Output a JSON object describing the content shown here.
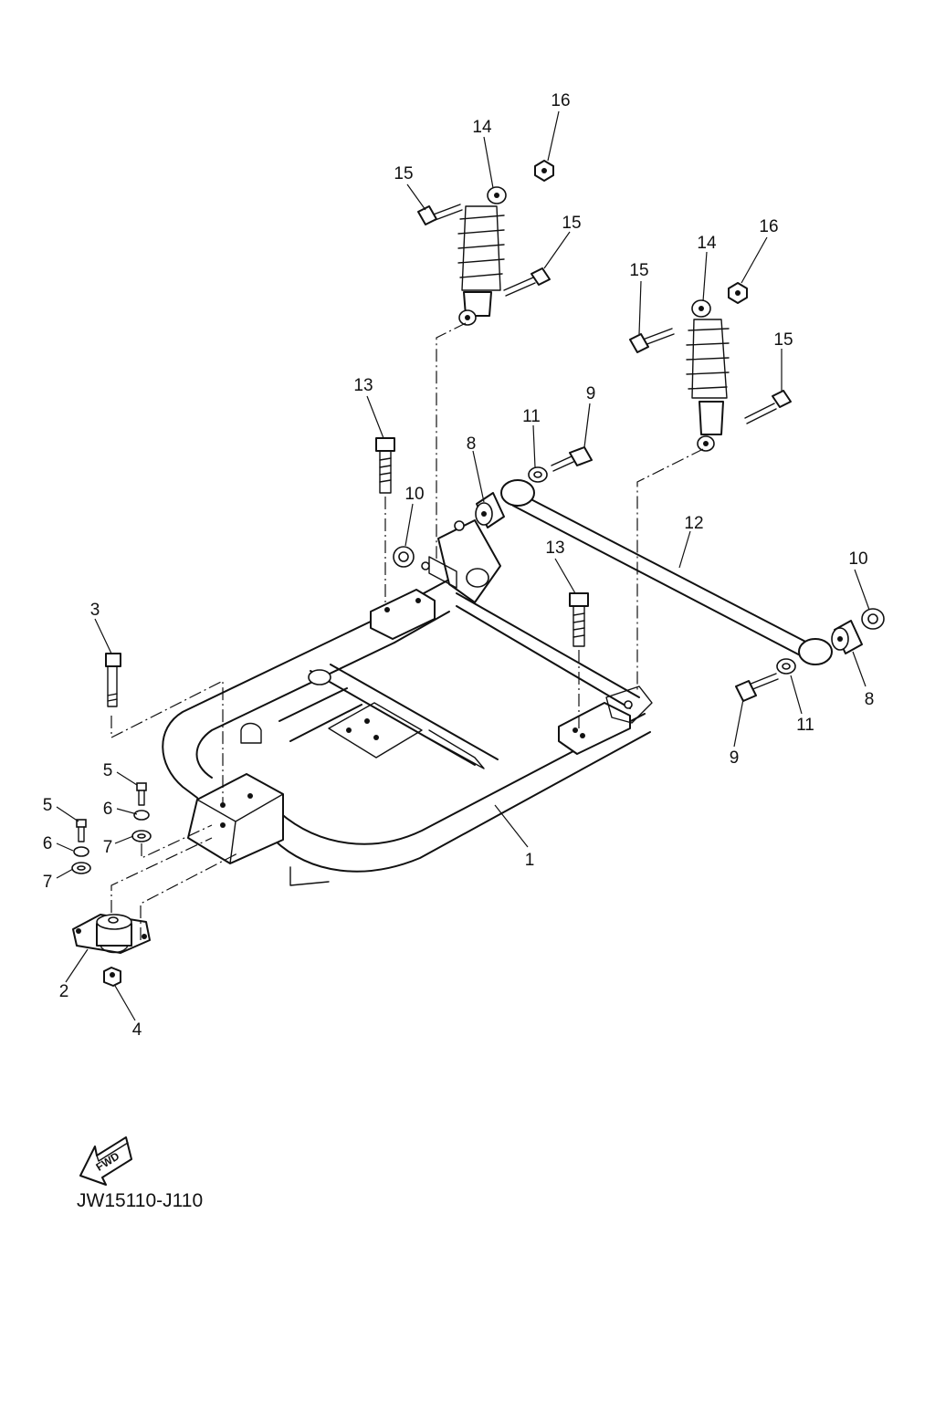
{
  "diagram": {
    "callouts": [
      "16",
      "14",
      "15",
      "15",
      "16",
      "14",
      "15",
      "15",
      "13",
      "9",
      "11",
      "8",
      "10",
      "12",
      "13",
      "10",
      "3",
      "8",
      "11",
      "9",
      "5",
      "6",
      "5",
      "6",
      "7",
      "7",
      "1",
      "2",
      "4"
    ],
    "fwd_badge": "FWD",
    "diagram_code": "JW15110-J110"
  }
}
